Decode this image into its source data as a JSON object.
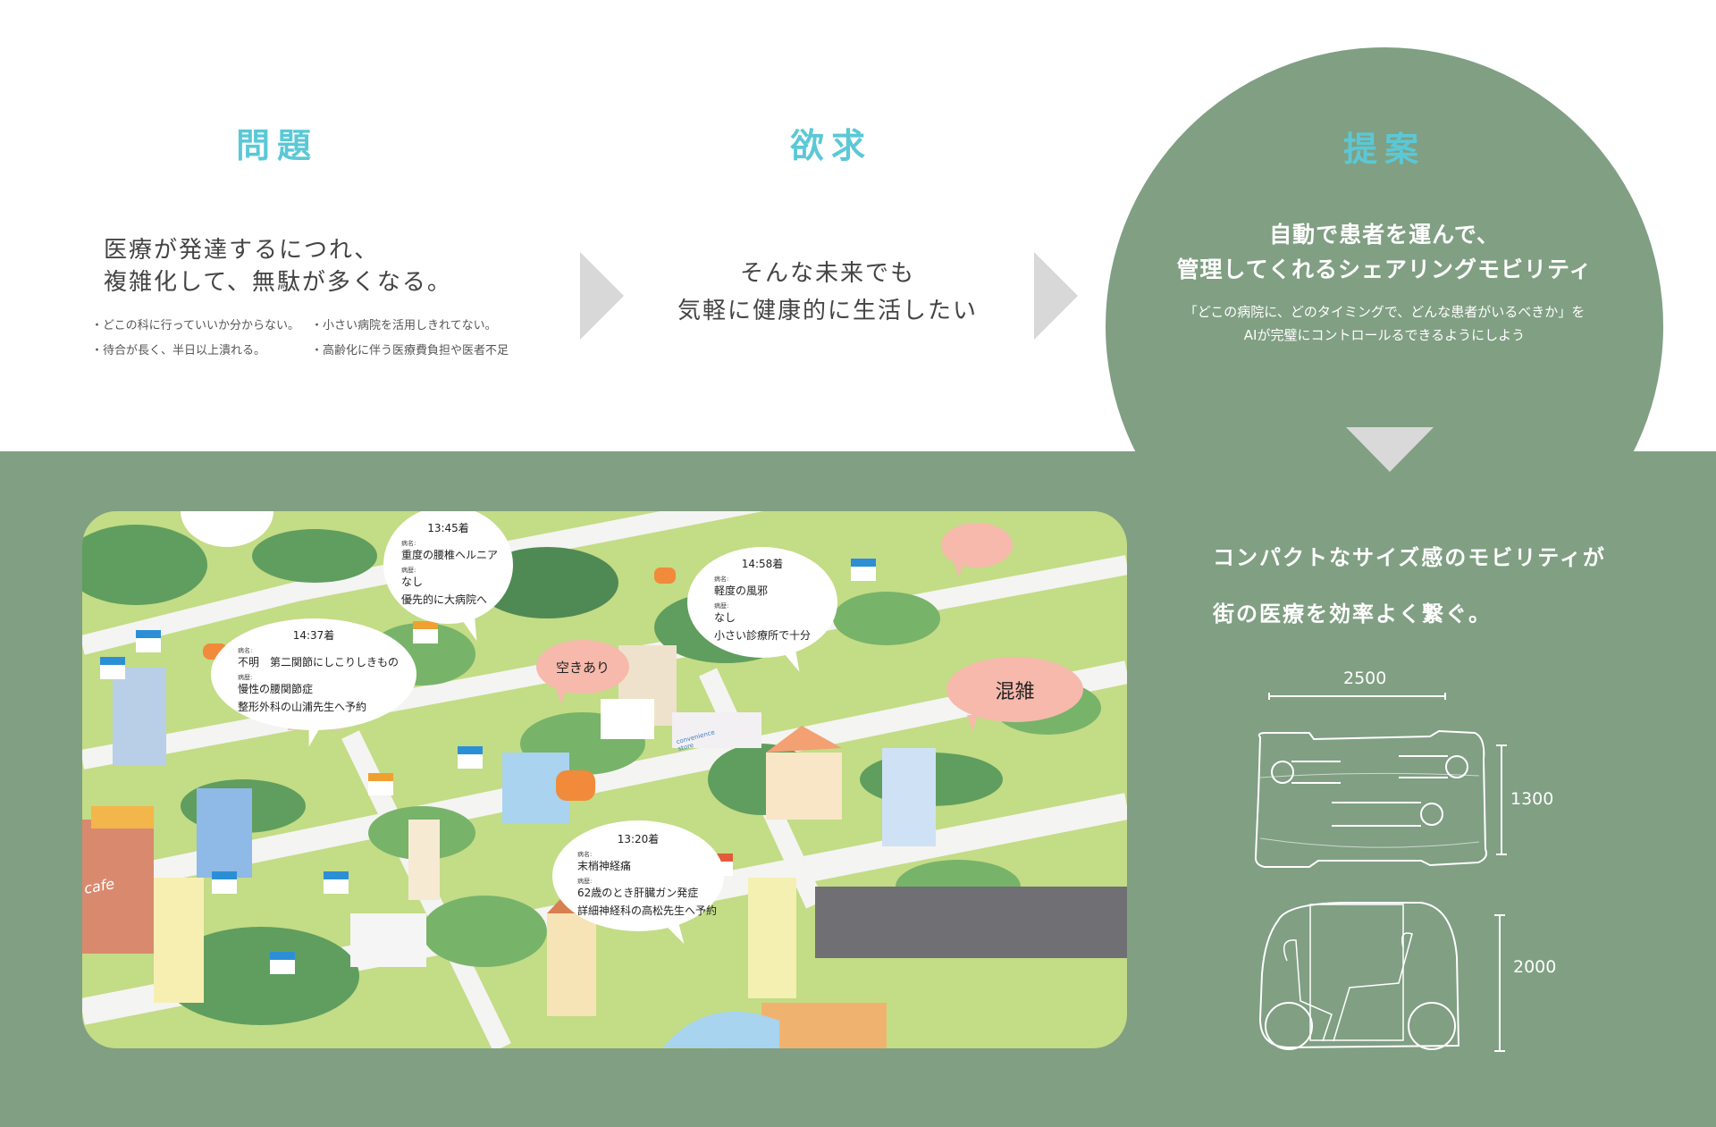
{
  "problem": {
    "heading": "問題",
    "line1": "医療が発達するにつれ、",
    "line2": "複雑化して、無駄が多くなる。",
    "bullets": [
      "・どこの科に行っていいか分からない。",
      "・小さい病院を活用しきれてない。",
      "・待合が長く、半日以上潰れる。",
      "・高齢化に伴う医療費負担や医者不足"
    ]
  },
  "desire": {
    "heading": "欲求",
    "line1": "そんな未来でも",
    "line2": "気軽に健康的に生活したい"
  },
  "proposal": {
    "heading": "提案",
    "line1": "自動で患者を運んで、",
    "line2": "管理してくれるシェアリングモビリティ",
    "sub1": "「どこの病院に、どのタイミングで、どんな患者がいるべきか」を",
    "sub2": "AIが完璧にコントロールるできるようにしよう"
  },
  "summary": {
    "line1": "コンパクトなサイズ感のモビリティが",
    "line2": "街の医療を効率よく繋ぐ。"
  },
  "dimensions": {
    "length": "2500",
    "width": "1300",
    "height": "2000"
  },
  "map": {
    "bubbles": [
      {
        "time": "13:45着",
        "disease_label": "病名:",
        "disease": "重度の腰椎ヘルニア",
        "history_label": "病歴:",
        "history": "なし",
        "note": "優先的に大病院へ"
      },
      {
        "time": "14:37着",
        "disease_label": "病名:",
        "disease": "不明　第二関節にしこりしきもの",
        "history_label": "病歴:",
        "history": "慢性の腰関節症",
        "note": "整形外科の山浦先生へ予約"
      },
      {
        "time": "14:58着",
        "disease_label": "病名:",
        "disease": "軽度の風邪",
        "history_label": "病歴:",
        "history": "なし",
        "note": "小さい診療所で十分"
      },
      {
        "time": "13:20着",
        "disease_label": "病名:",
        "disease": "末梢神経痛",
        "history_label": "病歴:",
        "history": "62歳のとき肝臓ガン発症",
        "note": "詳細神経科の高松先生へ予約"
      }
    ],
    "status_vacant": "空きあり",
    "status_crowded": "混雑",
    "cafe_sign": "cafe",
    "store_sign": "convenience store"
  },
  "colors": {
    "band": "#809f83",
    "heading": "#5bc8d6",
    "pink": "#f6b9ac",
    "arrow": "#d8d8d8",
    "map_ground": "#c3dc86"
  }
}
